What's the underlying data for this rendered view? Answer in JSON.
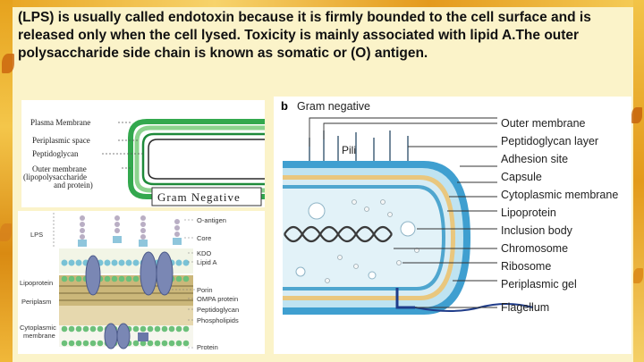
{
  "slide": {
    "paragraph": "(LPS) is usually called endotoxin because it is firmly bounded to the cell surface and is released only when the cell lysed. Toxicity is mainly associated with lipid A.The outer polysaccharide side chain is known as somatic or (O) antigen."
  },
  "envelope": {
    "labels": [
      "Plasma Membrane",
      "Periplasmic space",
      "Peptidoglycan",
      "Outer membrane",
      "(lipopolysaccharide",
      "and protein)"
    ],
    "caption": "Gram Negative"
  },
  "membrane": {
    "left_labels": [
      "LPS",
      "Lipoprotein",
      "Periplasm",
      "Cytoplasmic",
      "membrane"
    ],
    "right_labels": [
      "O-antigen",
      "Core",
      "KDO",
      "Lipid A",
      "Porin",
      "OMPA protein",
      "Peptidoglycan",
      "Phospholipids",
      "Protein"
    ]
  },
  "cell": {
    "panel_letter": "b",
    "panel_title": "Gram negative",
    "pili_label": "Pili",
    "labels": [
      "Outer membrane",
      "Peptidoglycan layer",
      "Adhesion site",
      "Capsule",
      "Cytoplasmic membrane",
      "Lipoprotein",
      "Inclusion body",
      "Chromosome",
      "Ribosome",
      "Periplasmic gel",
      "Flagellum"
    ]
  },
  "colors": {
    "frame_orange": "#e8a420",
    "slide_bg": "#fbf3c9",
    "cell_blue": "#3f9fd0",
    "envelope_green": "#2bb24c"
  }
}
